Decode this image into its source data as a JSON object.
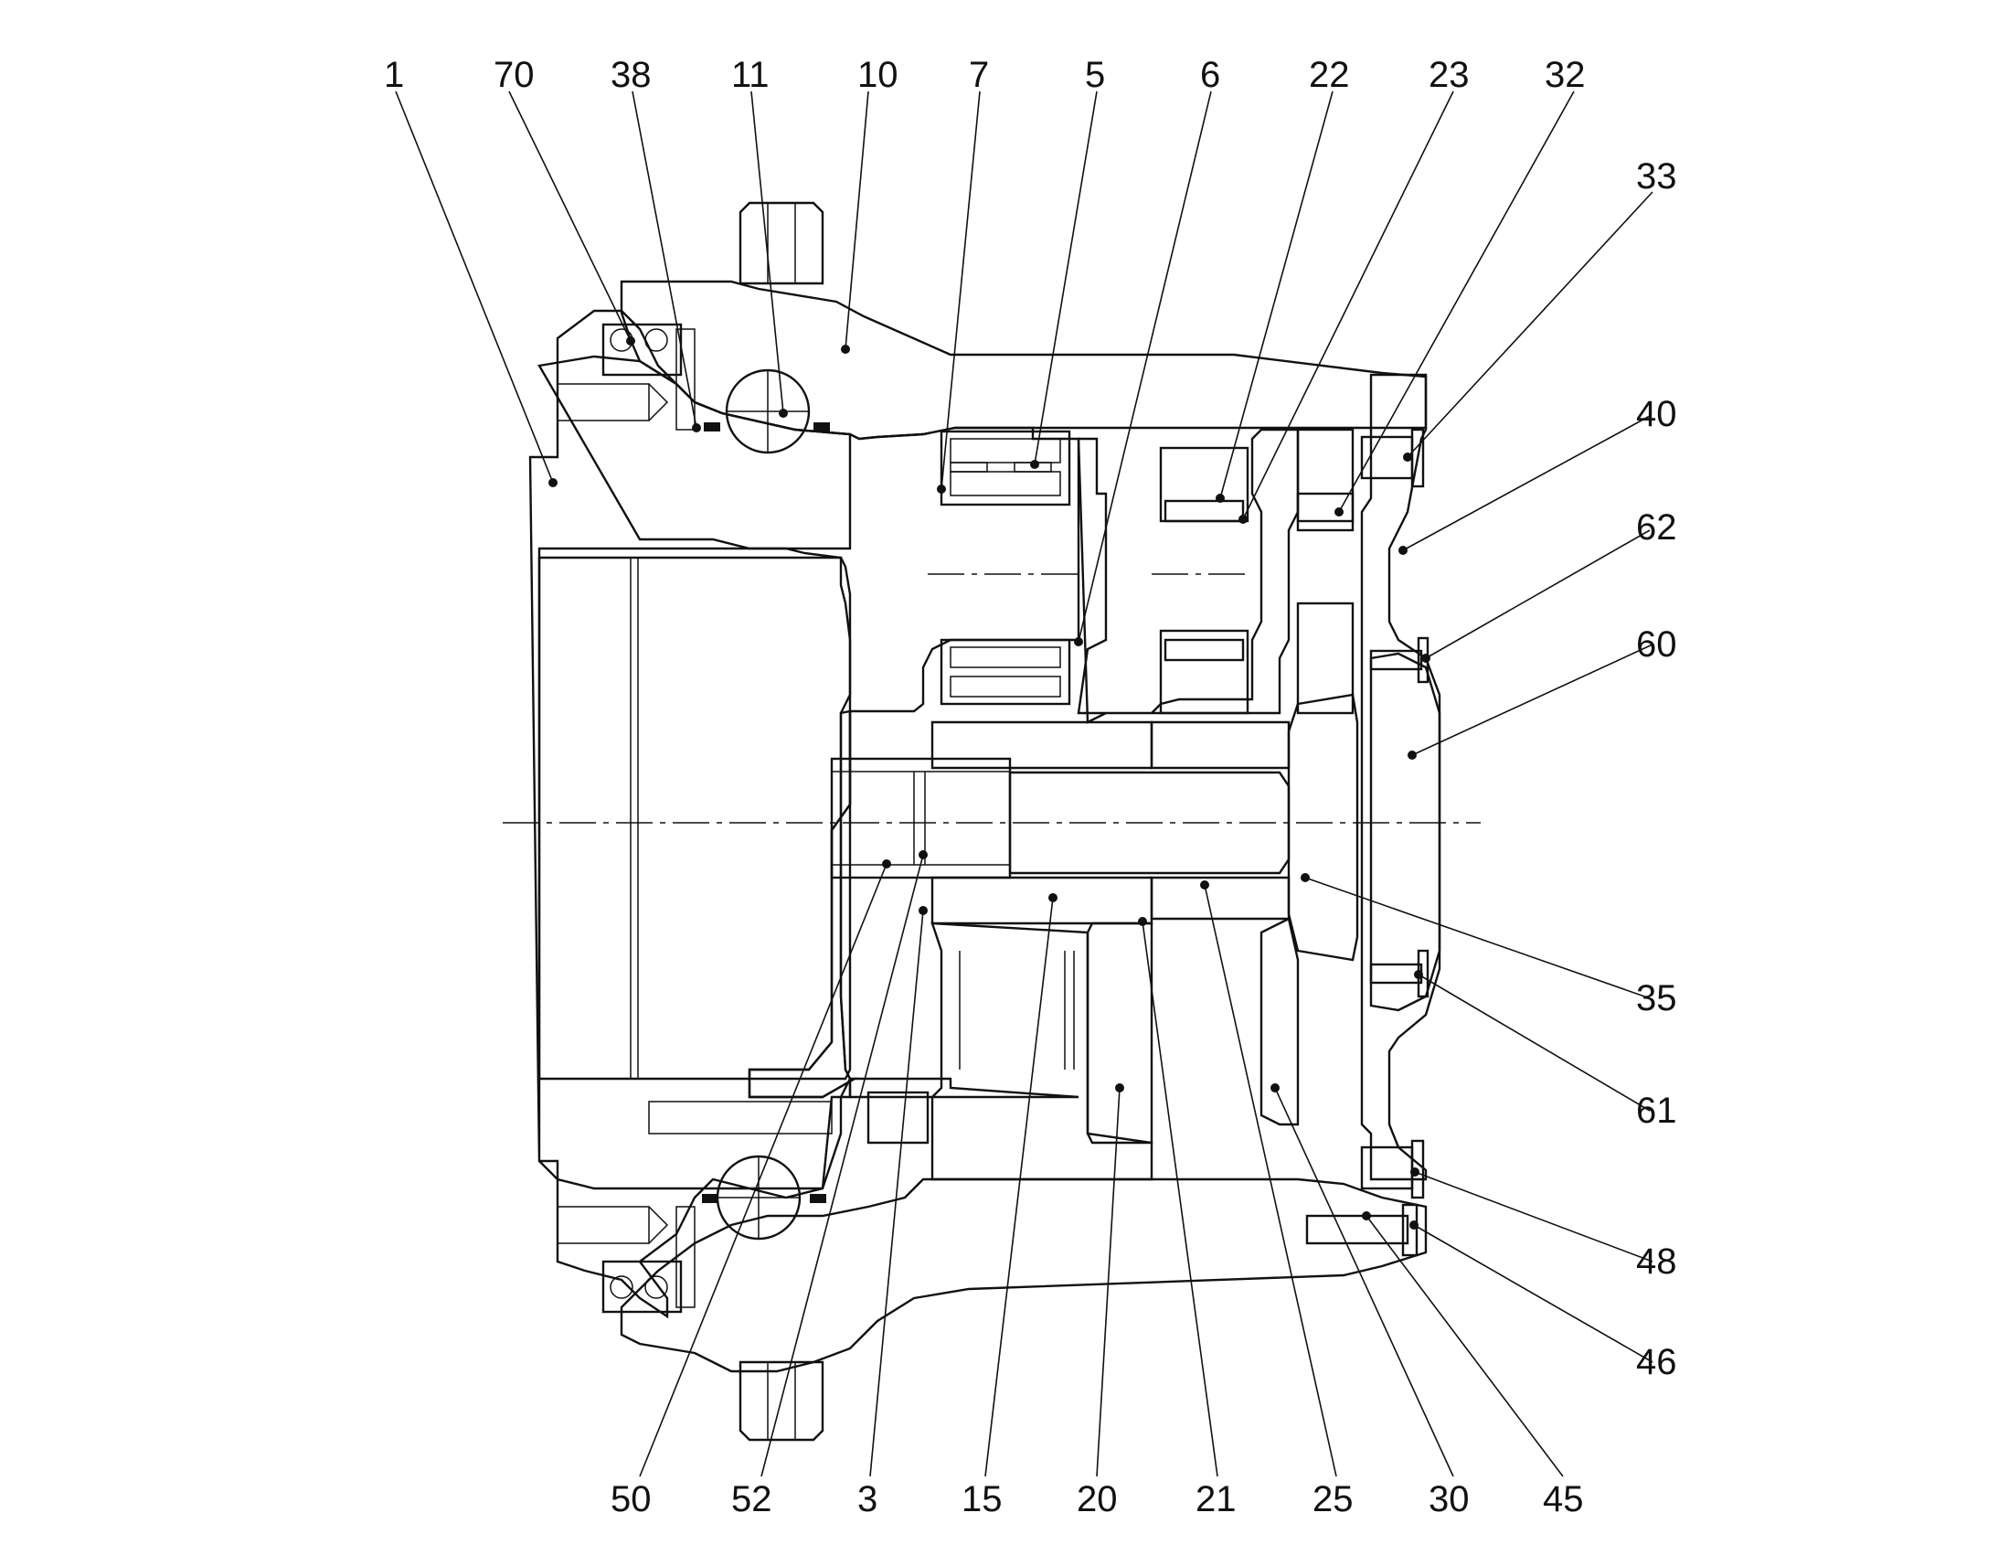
{
  "labels": {
    "top": [
      "1",
      "70",
      "38",
      "11",
      "10",
      "7",
      "5",
      "6",
      "22",
      "23",
      "32"
    ],
    "right": [
      "33",
      "40",
      "62",
      "60",
      "35",
      "61",
      "48",
      "46"
    ],
    "bottom": [
      "50",
      "52",
      "3",
      "15",
      "20",
      "21",
      "25",
      "30",
      "45"
    ]
  }
}
